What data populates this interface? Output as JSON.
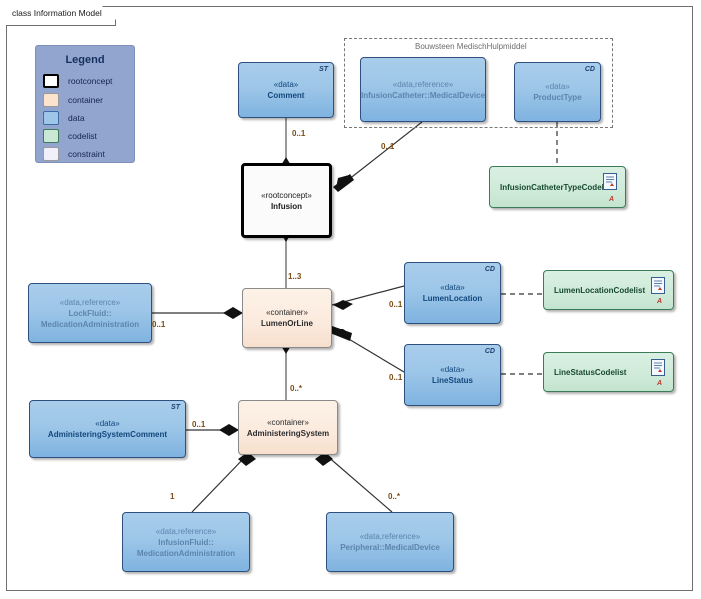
{
  "frame": {
    "tab_label": "class Information Model"
  },
  "legend": {
    "title": "Legend",
    "items": [
      {
        "label": "rootconcept",
        "swatch": "rootconcept-swatch",
        "color": "#ffffff"
      },
      {
        "label": "container",
        "swatch": "container-swatch",
        "color": "#fbe3cd"
      },
      {
        "label": "data",
        "swatch": "data-swatch",
        "color": "#9dc6e8"
      },
      {
        "label": "codelist",
        "swatch": "codelist-swatch",
        "color": "#c9e8d6"
      },
      {
        "label": "constraint",
        "swatch": "constraint-swatch",
        "color": "#eff0fa"
      }
    ]
  },
  "group": {
    "label": "Bouwsteen MedischHulpmiddel"
  },
  "nodes": {
    "comment": {
      "stereotype": "«data»",
      "name": "Comment",
      "corner": "ST"
    },
    "infusion_catheter": {
      "stereotype": "«data,reference»",
      "name": "InfusionCatheter::MedicalDevice",
      "corner": ""
    },
    "product_type": {
      "stereotype": "«data»",
      "name": "ProductType",
      "corner": "CD"
    },
    "infusion": {
      "stereotype": "«rootconcept»",
      "name": "Infusion",
      "corner": ""
    },
    "catheter_codelist": {
      "stereotype": "",
      "name": "InfusionCatheterTypeCodelist",
      "corner": ""
    },
    "lock_fluid": {
      "stereotype": "«data,reference»",
      "name": "LockFluid::MedicationAdministration",
      "name_line1": "LockFluid::",
      "name_line2": "MedicationAdministration",
      "corner": ""
    },
    "lumen_or_line": {
      "stereotype": "«container»",
      "name": "LumenOrLine",
      "corner": ""
    },
    "lumen_location": {
      "stereotype": "«data»",
      "name": "LumenLocation",
      "corner": "CD"
    },
    "lumen_codelist": {
      "stereotype": "",
      "name": "LumenLocationCodelist",
      "corner": ""
    },
    "line_status": {
      "stereotype": "«data»",
      "name": "LineStatus",
      "corner": "CD"
    },
    "line_codelist": {
      "stereotype": "",
      "name": "LineStatusCodelist",
      "corner": ""
    },
    "admin_comment": {
      "stereotype": "«data»",
      "name": "AdministeringSystemComment",
      "corner": "ST"
    },
    "admin_system": {
      "stereotype": "«container»",
      "name": "AdministeringSystem",
      "corner": ""
    },
    "infusion_fluid": {
      "stereotype": "«data,reference»",
      "name": "InfusionFluid::MedicationAdministration",
      "name_line1": "InfusionFluid::",
      "name_line2": "MedicationAdministration",
      "corner": ""
    },
    "peripheral": {
      "stereotype": "«data,reference»",
      "name": "Peripheral::MedicalDevice",
      "corner": ""
    }
  },
  "multiplicities": {
    "comment_to_infusion": "0..1",
    "catheter_to_infusion": "0..1",
    "infusion_to_lumen": "1..3",
    "lockfluid_to_lumen": "0..1",
    "lumen_to_location": "0..1",
    "lumen_to_status": "0..1",
    "lumen_to_adminsystem": "0..*",
    "admincomment_to_adminsystem": "0..1",
    "adminsystem_to_infusionfluid": "1",
    "adminsystem_to_peripheral": "0..*"
  },
  "icons": {
    "codelist_doc": "document-icon",
    "codelist_mark": "A"
  },
  "colors": {
    "data_fill": "#9dc6e8",
    "container_fill": "#fbe3cd",
    "codelist_fill": "#c9e8d6",
    "rootconcept_fill": "#ffffff",
    "legend_bg": "#92a5cf",
    "multiplicity_text": "#7a4b12"
  }
}
